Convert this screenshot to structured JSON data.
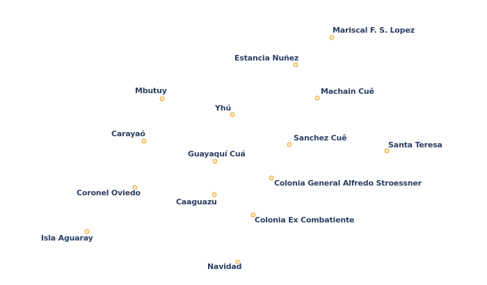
{
  "places": [
    {
      "id": "mariscal",
      "name": "Mariscal F. S. Lopez"
    },
    {
      "id": "estancia",
      "name": "Estancia Nuñez"
    },
    {
      "id": "mbutuy",
      "name": "Mbutuy"
    },
    {
      "id": "machain",
      "name": "Machain Cuê"
    },
    {
      "id": "yhu",
      "name": "Yhú"
    },
    {
      "id": "carayao",
      "name": "Carayaó"
    },
    {
      "id": "sanchez",
      "name": "Sanchez Cuê"
    },
    {
      "id": "santa-teresa",
      "name": "Santa Teresa"
    },
    {
      "id": "guayaqui",
      "name": "Guayaquí Cuá"
    },
    {
      "id": "colonia-gas",
      "name": "Colonia General Alfredo Stroessner"
    },
    {
      "id": "coronel",
      "name": "Coronel Oviedo"
    },
    {
      "id": "caaguazu",
      "name": "Caaguazu"
    },
    {
      "id": "colonia-ex",
      "name": "Colonia Ex Combatiente"
    },
    {
      "id": "isla",
      "name": "Isla Aguaray"
    },
    {
      "id": "navidad",
      "name": "Navidad"
    }
  ],
  "colors": {
    "label": "#2b3f63",
    "dot_fill": "#fbe9b8",
    "dot_stroke": "#e7a73a",
    "halo": "#ffffff"
  }
}
